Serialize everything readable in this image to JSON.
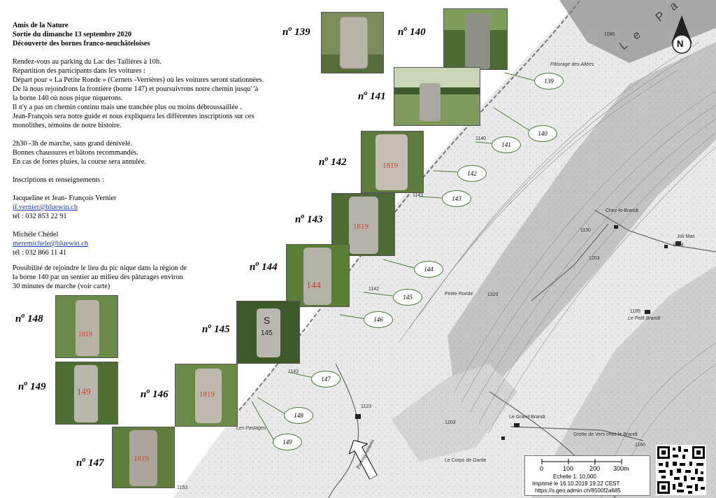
{
  "header": {
    "org": "Amis de la Nature",
    "date": "Sortie du dimanche 13 septembre 2020",
    "title": "Découverte des bornes franco-neuchâteloises"
  },
  "body": {
    "meeting": "Rendez-vous au parking du Lac des Taillères à 10h.",
    "split": "Répartition des participants dans les voitures :",
    "departure": "Départ pour « La Petite Ronde » (Cernets -Verrières) où les voitures seront stationnées.",
    "route_1": "De là nous rejoindrons la frontière (borne 147) et poursuivrons notre chemin jusqu' 'à",
    "route_2": "la borne 140 où nous pique niquerons.",
    "path_1": "Il n'y a pas un chemin continu mais une tranchée plus ou moins débroussaillée .",
    "path_2": "Jean-François sera notre guide et nous expliquera les différentes inscriptions sur ces",
    "path_3": "monolithes, témoins de notre histoire.",
    "walk": "2h30 -3h de marche, sans grand dénivelé.",
    "gear": "Bonnes chaussures et bâtons recommandés.",
    "rain": "En cas de fortes pluies, la course sera annulée.",
    "signup": "Inscriptions et renseignements :",
    "contact1_name": "Jacqueline et Jean- François Vernier",
    "contact1_email": "jf.vernier@bluewin.ch",
    "contact1_tel": "tél : 032 853 22 91",
    "contact2_name": "Michèle Chédel",
    "contact2_email": "meremichele@bluewin.ch",
    "contact2_tel": "tél : 032 866 11 41",
    "access_1": "Possibilité de rejoindre le lieu du pic nique dans la région de",
    "access_2": "la borne 140 par un sentier au milieu des pâturages environ",
    "access_3": "30 minutes de marche (voir carte)"
  },
  "markers": [
    {
      "prefix": "n",
      "sup": "o",
      "num": "139"
    },
    {
      "prefix": "n",
      "sup": "o",
      "num": "140"
    },
    {
      "prefix": "n",
      "sup": "o",
      "num": "141"
    },
    {
      "prefix": "n",
      "sup": "o",
      "num": "142"
    },
    {
      "prefix": "n",
      "sup": "o",
      "num": "143"
    },
    {
      "prefix": "n",
      "sup": "o",
      "num": "144"
    },
    {
      "prefix": "n",
      "sup": "o",
      "num": "145"
    },
    {
      "prefix": "n",
      "sup": "o",
      "num": "146"
    },
    {
      "prefix": "n",
      "sup": "o",
      "num": "147"
    },
    {
      "prefix": "n",
      "sup": "o",
      "num": "148"
    },
    {
      "prefix": "n",
      "sup": "o",
      "num": "149"
    }
  ],
  "bubbles": [
    "139",
    "140",
    "141",
    "142",
    "143",
    "144",
    "145",
    "146",
    "147",
    "148",
    "149"
  ],
  "map": {
    "places": [
      "Pâturage des Allées",
      "Chez-le-Brandt",
      "Joli Mas",
      "Petite Ronde",
      "Le Petit Brandt",
      "Le Grand Brandt",
      "Grotte de Vers chez le Brandt",
      "Les Pastages",
      "Le Corps de Garde"
    ],
    "alts": [
      "1086",
      "1140",
      "1143",
      "1130",
      "1203",
      "1204",
      "1142",
      "1329",
      "1185",
      "1143",
      "1123",
      "1203",
      "1160",
      "1153"
    ],
    "road_letters": "Le Pa",
    "parking_label": "Parking voitures"
  },
  "scale": {
    "ticks": [
      "0",
      "100",
      "200",
      "300m"
    ],
    "ratio": "Echelle 1: 10,000",
    "printed": "Imprimé le 16.10.2019 19:22 CEST",
    "url": "https://s.geo.admin.ch/8500f2a685"
  },
  "compass": {
    "letter": "N"
  },
  "colors": {
    "link": "#1a3fb0",
    "bubble_border": "#4a7a3a",
    "map_gray": "#bdbdbd"
  }
}
